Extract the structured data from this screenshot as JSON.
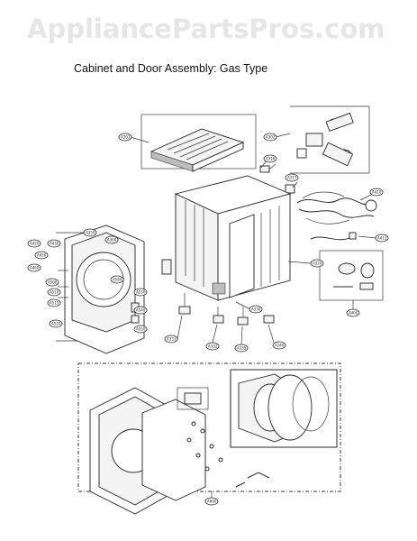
{
  "watermark": "AppliancePartsPros.com",
  "title": "Cabinet and Door Assembly: Gas Type",
  "callouts": {
    "A301": "A301",
    "A302": "A302",
    "A316": "A316",
    "A317": "A317",
    "A320": "A320",
    "A330": "A330",
    "A331": "A331",
    "A332": "A332",
    "A335": "A335",
    "A340": "A340",
    "A350": "A350",
    "A360": "A360",
    "A400": "A400",
    "A410": "A410",
    "A411": "A411",
    "A420": "A420",
    "A430": "A430",
    "A450": "A450",
    "A460": "A460",
    "A500": "A500",
    "A510": "A510",
    "A515": "A515",
    "A520": "A520",
    "A530": "A530",
    "A540": "A540",
    "A550": "A550",
    "A560": "A560",
    "A600": "A600"
  }
}
